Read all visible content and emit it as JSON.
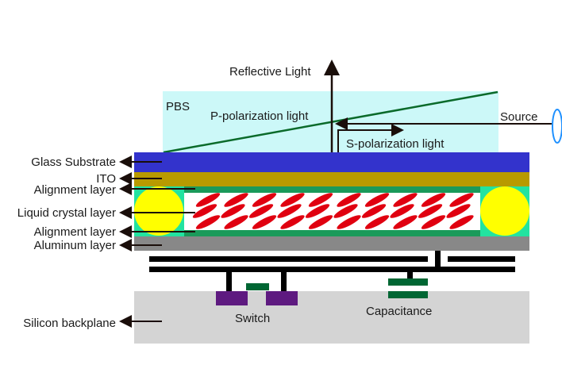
{
  "diagram": {
    "title": "LCoS panel cross-section",
    "top_labels": {
      "reflective_light": "Reflective Light",
      "pbs": "PBS",
      "p_polarization": "P-polarization light",
      "s_polarization": "S-polarization light",
      "source": "Source"
    },
    "layer_labels": [
      {
        "id": "glass",
        "label": "Glass Substrate"
      },
      {
        "id": "ito",
        "label": "ITO"
      },
      {
        "id": "align-top",
        "label": "Alignment layer"
      },
      {
        "id": "lc",
        "label": "Liquid crystal layer"
      },
      {
        "id": "align-bottom",
        "label": "Alignment layer"
      },
      {
        "id": "aluminum",
        "label": "Aluminum layer"
      },
      {
        "id": "silicon",
        "label": "Silicon backplane"
      }
    ],
    "component_labels": {
      "switch": "Switch",
      "capacitance": "Capacitance"
    },
    "colors": {
      "pbs": "#ccf8f8",
      "glass": "#3333cc",
      "ito": "#b89a00",
      "alignment": "#1a9a5a",
      "spacer_bg": "#22e3a0",
      "spacer_ball": "#ffff00",
      "lc_molecule": "#e00010",
      "aluminum": "#888888",
      "silicon": "#d4d4d4",
      "wire": "#000000",
      "switch_pad": "#5e1a80",
      "gate": "#006633",
      "source_lens": "#1e90ff",
      "beam": "#0a6a2a"
    }
  }
}
